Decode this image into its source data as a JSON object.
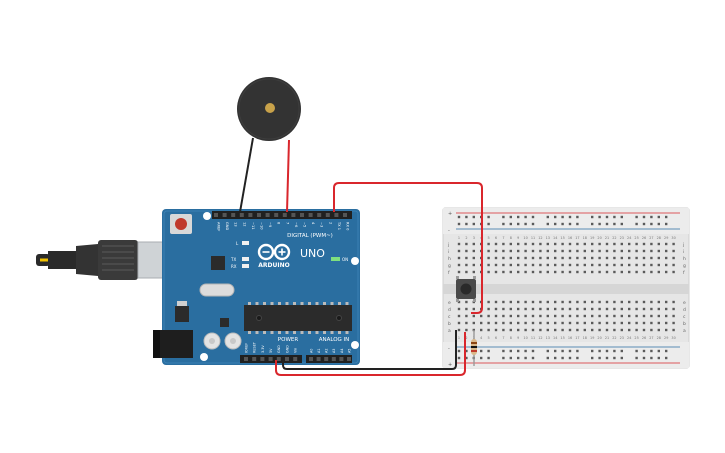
{
  "board": {
    "name": "UNO",
    "brand": "ARDUINO",
    "digital_label": "DIGITAL (PWM~)",
    "power_label": "POWER",
    "analog_label": "ANALOG IN",
    "led_label": "ON",
    "tx_label": "TX",
    "rx_label": "RX",
    "l_label": "L",
    "digital_pins": [
      "AREF",
      "GND",
      "13",
      "12",
      "~11",
      "~10",
      "~9",
      "8",
      "7",
      "~6",
      "~5",
      "4",
      "~3",
      "2",
      "TX 1",
      "RX 0"
    ],
    "power_pins": [
      "IOREF",
      "RESET",
      "3.3V",
      "5V",
      "GND",
      "GND",
      "Vin"
    ],
    "analog_pins": [
      "A0",
      "A1",
      "A2",
      "A3",
      "A4",
      "A5"
    ]
  },
  "breadboard": {
    "row_letters_top": [
      "j",
      "i",
      "h",
      "g",
      "f"
    ],
    "row_letters_bottom": [
      "e",
      "d",
      "c",
      "b",
      "a"
    ],
    "column_count": 30,
    "rail_plus": "+",
    "rail_minus": "-"
  },
  "colors": {
    "board": "#2a6ea0",
    "board_dark": "#1f5480",
    "wire_red": "#d9262c",
    "wire_black": "#222222",
    "buzzer": "#333333",
    "breadboard": "#e6e6e6",
    "chip": "#2b2b2b"
  },
  "components": {
    "buzzer": "piezo-buzzer",
    "button": "push-button",
    "resistor": "resistor",
    "usb": "usb-cable"
  }
}
